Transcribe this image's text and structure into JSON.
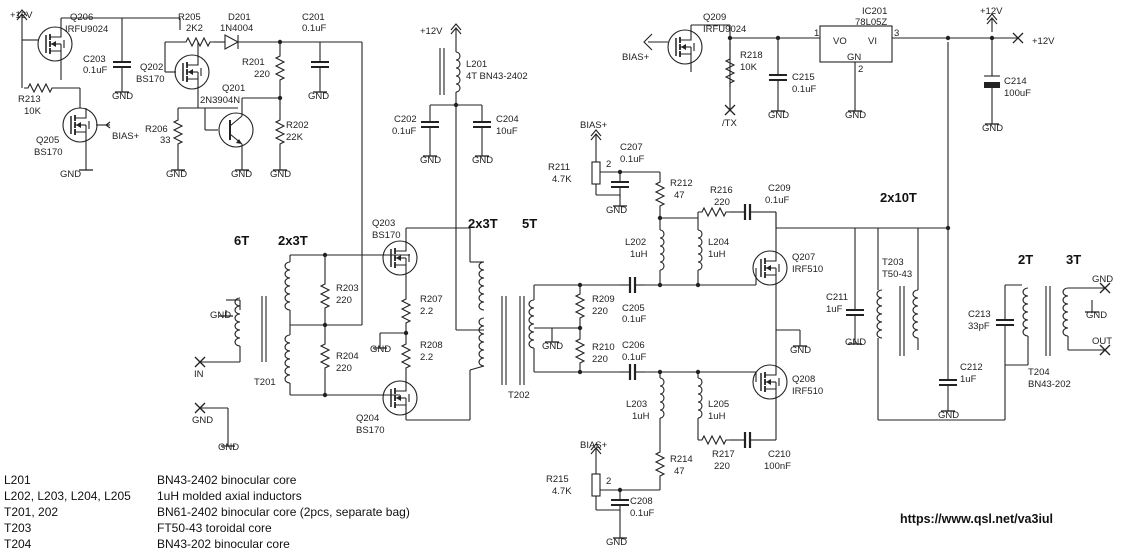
{
  "labels": {
    "q206": "Q206",
    "q206_type": "IRFU9024",
    "r205": "R205",
    "r205_val": "2K2",
    "d201": "D201",
    "d201_type": "1N4004",
    "c201": "C201",
    "c201_val": "0.1uF",
    "v12_a": "+12V",
    "v12_b": "+12V",
    "v12_c": "+12V",
    "v12_d": "+12V",
    "v12_out": "+12V",
    "c203": "C203",
    "c203_val": "0.1uF",
    "q202": "Q202",
    "q202_type": "BS170",
    "r201": "R201",
    "r201_val": "220",
    "q201": "Q201",
    "q201_type": "2N3904N",
    "r213": "R213",
    "r213_val": "10K",
    "q205": "Q205",
    "q205_type": "BS170",
    "bias_a": "BIAS+",
    "r206": "R206",
    "r206_val": "33",
    "r202": "R202",
    "r202_val": "22K",
    "l201": "L201",
    "l201_val": "4T BN43-2402",
    "c202": "C202",
    "c202_val": "0.1uF",
    "c204": "C204",
    "c204_val": "10uF",
    "q209": "Q209",
    "q209_type": "IRFU9024",
    "r218": "R218",
    "r218_val": "10K",
    "bias_out": "BIAS+",
    "tx": "/TX",
    "c215": "C215",
    "c215_val": "0.1uF",
    "ic201": "IC201",
    "ic201_type": "78L05Z",
    "ic_vo": "VO",
    "ic_vi": "VI",
    "ic_gn": "GN",
    "pin1": "1",
    "pin2": "2",
    "pin3": "3",
    "c214": "C214",
    "c214_val": "100uF",
    "bias_b": "BIAS+",
    "bias_c": "BIAS+",
    "r211": "R211",
    "r211_val": "4.7K",
    "c207": "C207",
    "c207_val": "0.1uF",
    "r212": "R212",
    "r212_val": "47",
    "r216": "R216",
    "r216_val": "220",
    "c209": "C209",
    "c209_val": "0.1uF",
    "l202": "L202",
    "l202_val": "1uH",
    "l204": "L204",
    "l204_val": "1uH",
    "q207": "Q207",
    "q207_type": "IRF510",
    "q203": "Q203",
    "q203_type": "BS170",
    "r203": "R203",
    "r203_val": "220",
    "r204": "R204",
    "r204_val": "220",
    "r207": "R207",
    "r207_val": "2.2",
    "r208": "R208",
    "r208_val": "2.2",
    "q204": "Q204",
    "q204_type": "BS170",
    "t201": "T201",
    "t202": "T202",
    "in": "IN",
    "r209": "R209",
    "r209_val": "220",
    "r210": "R210",
    "r210_val": "220",
    "c205": "C205",
    "c205_val": "0.1uF",
    "c206": "C206",
    "c206_val": "0.1uF",
    "l203": "L203",
    "l203_val": "1uH",
    "l205": "L205",
    "l205_val": "1uH",
    "q208": "Q208",
    "q208_type": "IRF510",
    "r217": "R217",
    "r217_val": "220",
    "c210": "C210",
    "c210_val": "100nF",
    "r214": "R214",
    "r214_val": "47",
    "r215": "R215",
    "r215_val": "4.7K",
    "c208": "C208",
    "c208_val": "0.1uF",
    "c211": "C211",
    "c211_val": "1uF",
    "t203": "T203",
    "t203_val": "T50-43",
    "c212": "C212",
    "c212_val": "1uF",
    "c213": "C213",
    "c213_val": "33pF",
    "t204": "T204",
    "t204_val": "BN43-202",
    "out": "OUT",
    "gnd": "GND",
    "turns_6t": "6T",
    "turns_2x3t_a": "2x3T",
    "turns_2x3t_b": "2x3T",
    "turns_5t": "5T",
    "turns_2x10t": "2x10T",
    "turns_2t": "2T",
    "turns_3t": "3T"
  },
  "notes": [
    {
      "ref": "L201",
      "desc": "BN43-2402 binocular core"
    },
    {
      "ref": "L202, L203, L204, L205",
      "desc": "1uH molded axial inductors"
    },
    {
      "ref": "T201, 202",
      "desc": "BN61-2402 binocular core (2pcs, separate bag)"
    },
    {
      "ref": "T203",
      "desc": "FT50-43 toroidal core"
    },
    {
      "ref": "T204",
      "desc": "BN43-202 binocular core"
    }
  ],
  "url": "https://www.qsl.net/va3iul"
}
